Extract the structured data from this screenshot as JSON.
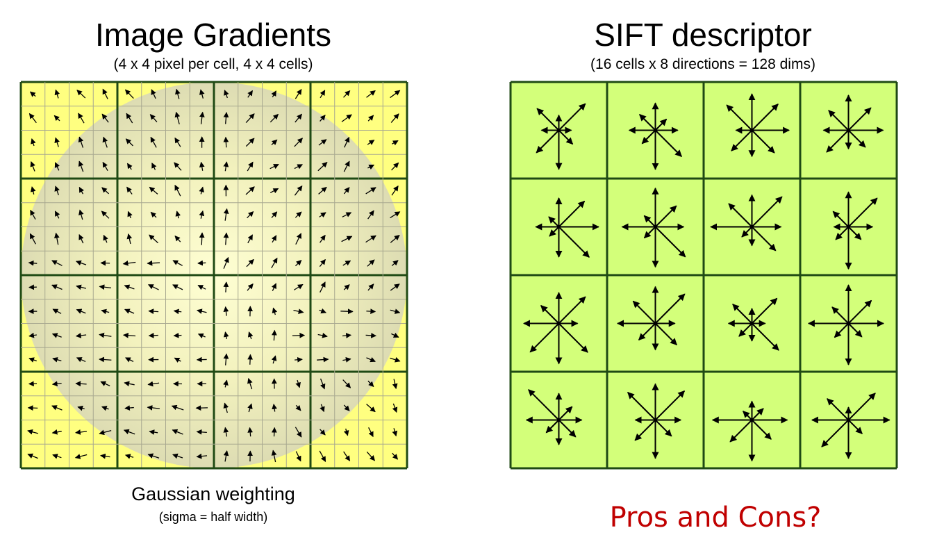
{
  "left_panel": {
    "title": "Image Gradients",
    "subtitle": "(4 x 4 pixel per cell, 4 x 4 cells)",
    "caption": "Gaussian weighting",
    "caption_sub": "(sigma = half width)",
    "grid": {
      "cells": 4,
      "pixels_per_cell": 4
    }
  },
  "right_panel": {
    "title": "SIFT descriptor",
    "subtitle": "(16 cells x 8 directions = 128 dims)",
    "question": "Pros and Cons?",
    "grid": {
      "cells": 4,
      "directions": 8
    }
  },
  "colors": {
    "grid_fill": "#ffff80",
    "grid_line": "#1f4a14",
    "cell_fill": "#d3ff7a",
    "question": "#c00000"
  }
}
